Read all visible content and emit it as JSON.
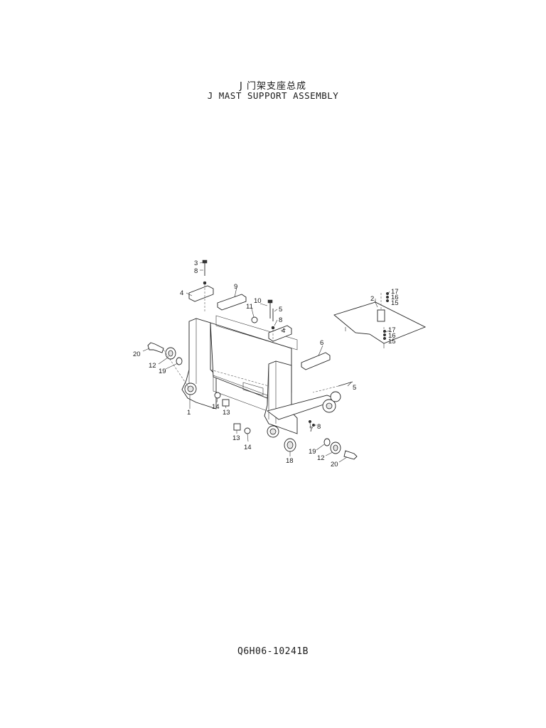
{
  "header": {
    "title_cn": "J 门架支座总成",
    "title_en": "J MAST SUPPORT ASSEMBLY"
  },
  "footer": {
    "doc_code": "Q6H06-10241B"
  },
  "callouts": {
    "c1": "1",
    "c2": "2",
    "c3": "3",
    "c4a": "4",
    "c4b": "4",
    "c5a": "5",
    "c5b": "5",
    "c6": "6",
    "c7": "7",
    "c8a": "8",
    "c8b": "8",
    "c8c": "8",
    "c9": "9",
    "c10": "10",
    "c11": "11",
    "c12a": "12",
    "c12b": "12",
    "c13a": "13",
    "c13b": "13",
    "c14a": "14",
    "c14b": "14",
    "c15a": "15",
    "c15b": "15",
    "c16a": "16",
    "c16b": "16",
    "c17a": "17",
    "c17b": "17",
    "c18": "18",
    "c19a": "19",
    "c19b": "19",
    "c20a": "20",
    "c20b": "20"
  }
}
